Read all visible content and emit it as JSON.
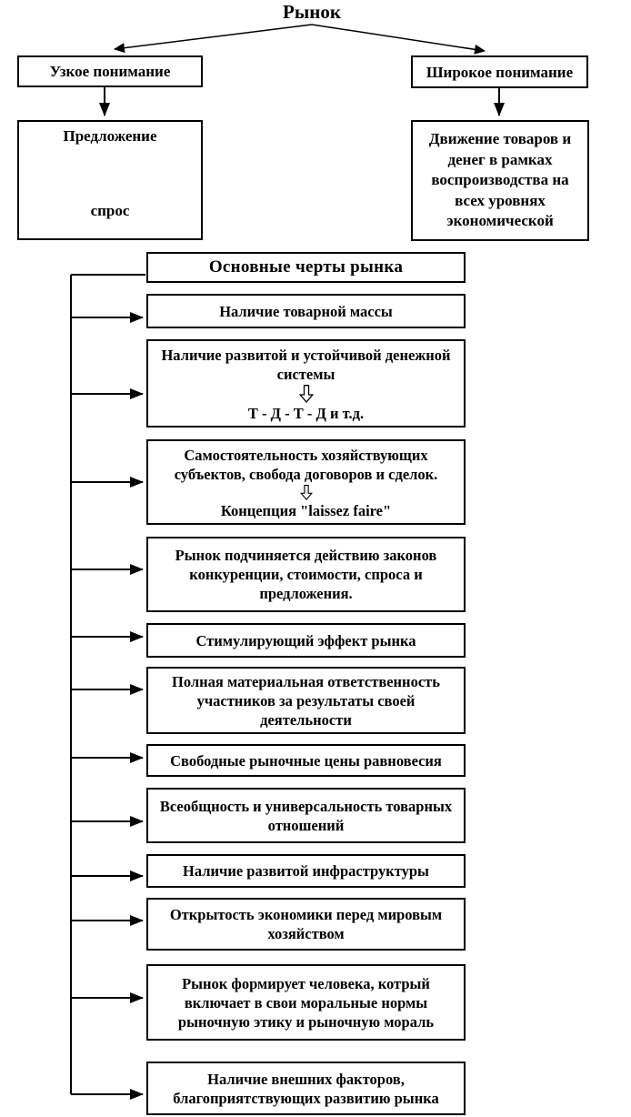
{
  "title": "Рынок",
  "colors": {
    "line": "#000000",
    "background": "#ffffff",
    "box_fill": "#ffffff",
    "text": "#000000"
  },
  "top": {
    "narrow": {
      "label": "Узкое понимание"
    },
    "broad": {
      "label": "Широкое понимание"
    },
    "supply_demand": {
      "top_label": "Предложение",
      "bottom_label": "спрос"
    },
    "movement": {
      "text": "Движение товаров и денег в рамках воспроизводства на всех уровнях экономической"
    }
  },
  "features": {
    "header": "Основные черты рынка",
    "items": [
      {
        "text": "Наличие товарной массы"
      },
      {
        "text_top": "Наличие развитой и устойчивой денежной системы",
        "arrow_icon": "hollow-down-arrow",
        "text_bottom": "Т - Д - Т - Д и т.д."
      },
      {
        "text_top": "Самостоятельность хозяйствующих субъектов, свобода договоров и сделок.",
        "arrow_icon": "hollow-down-arrow",
        "text_bottom": "Концепция \"laissez faire\""
      },
      {
        "text": "Рынок подчиняется действию законов конкуренции, стоимости, спроса и предложения."
      },
      {
        "text": "Стимулирующий эффект рынка"
      },
      {
        "text": "Полная материальная ответственность участников за результаты своей деятельности"
      },
      {
        "text": "Свободные рыночные цены равновесия"
      },
      {
        "text": "Всеобщность и универсальность товарных отношений"
      },
      {
        "text": "Наличие развитой инфраструктуры"
      },
      {
        "text": "Открытость экономики перед мировым хозяйством"
      },
      {
        "text": "Рынок формирует человека, котрый включает в свои моральные нормы рыночную этику и рыночную мораль"
      },
      {
        "text": "Наличие внешних факторов, благоприятствующих развитию рынка"
      }
    ]
  }
}
